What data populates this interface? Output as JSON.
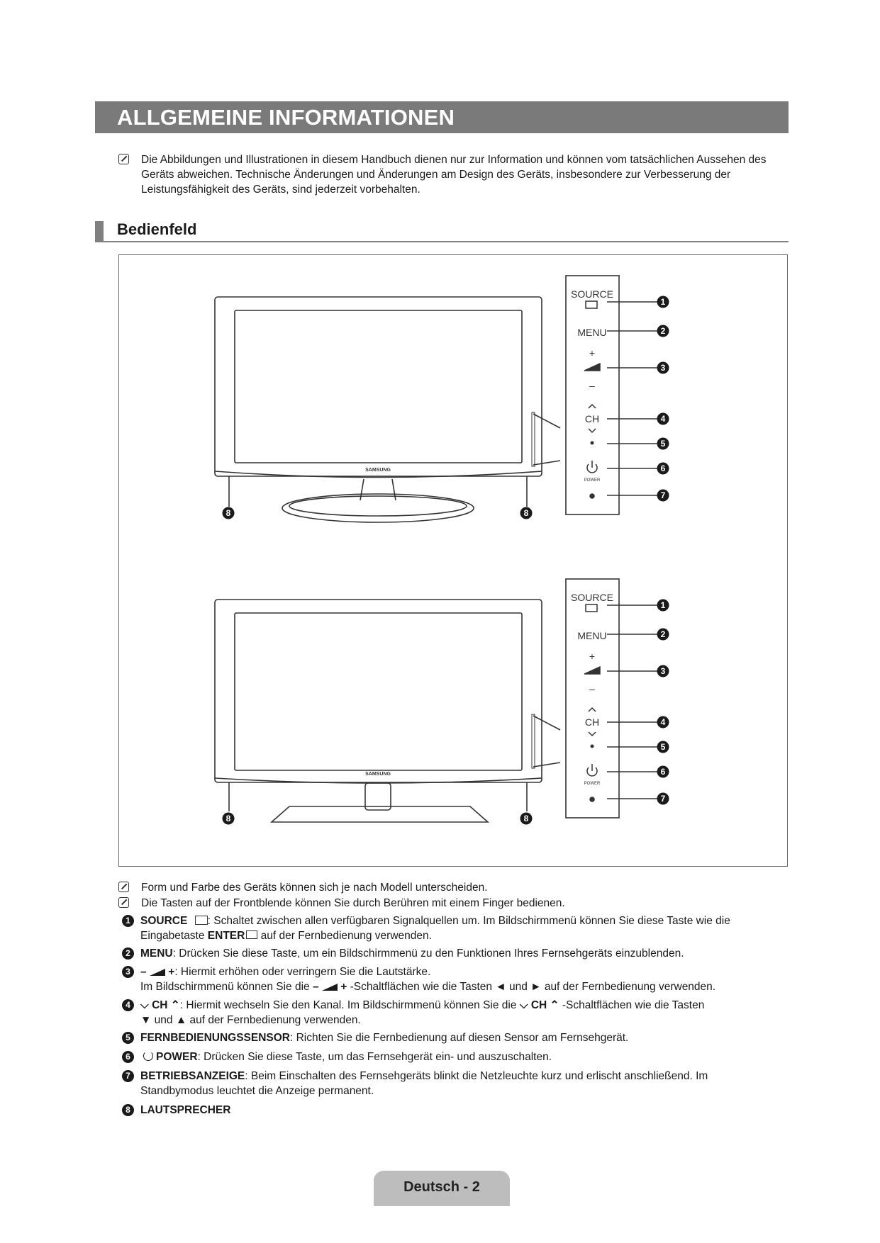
{
  "header": {
    "title": "ALLGEMEINE INFORMATIONEN"
  },
  "intro_note": "Die Abbildungen und Illustrationen in diesem Handbuch dienen nur zur Information und können vom tatsächlichen Aussehen des Geräts abweichen. Technische Änderungen und Änderungen am Design des Geräts, insbesondere zur Verbesserung der Leistungsfähigkeit des Geräts, sind jederzeit vorbehalten.",
  "section": {
    "title": "Bedienfeld"
  },
  "figure": {
    "brand": "SAMSUNG",
    "panel": {
      "source": "SOURCE",
      "menu": "MENU",
      "plus": "+",
      "minus": "–",
      "ch": "CH",
      "power": "POWER"
    },
    "callouts": [
      "1",
      "2",
      "3",
      "4",
      "5",
      "6",
      "7",
      "8"
    ]
  },
  "notes": [
    "Form und Farbe des Geräts können sich je nach Modell unterscheiden.",
    "Die Tasten auf der Frontblende können Sie durch Berühren mit einem Finger bedienen."
  ],
  "items": {
    "i1": {
      "num": "1",
      "label": "SOURCE",
      "text_a": ": Schaltet zwischen allen verfügbaren Signalquellen um. Im Bildschirmmenü können Sie diese Taste wie die",
      "text_b_pre": "Eingabetaste ",
      "text_b_bold": "ENTER",
      "text_b_post": " auf der Fernbedienung verwenden."
    },
    "i2": {
      "num": "2",
      "label": "MENU",
      "text": ": Drücken Sie diese Taste, um ein Bildschirmmenü zu den Funktionen Ihres Fernsehgeräts einzublenden."
    },
    "i3": {
      "num": "3",
      "text_a": ": Hiermit erhöhen oder verringern Sie die Lautstärke.",
      "text_b_pre": "Im Bildschirmmenü können Sie die",
      "text_b_post": "-Schaltflächen wie die Tasten ◄ und ► auf der Fernbedienung verwenden."
    },
    "i4": {
      "num": "4",
      "label": "CH",
      "text_a": ": Hiermit wechseln Sie den Kanal. Im Bildschirmmenü können Sie die",
      "text_a_post": "-Schaltflächen wie die Tasten",
      "text_b": "▼ und ▲ auf der Fernbedienung verwenden."
    },
    "i5": {
      "num": "5",
      "label": "FERNBEDIENUNGSSENSOR",
      "text": ": Richten Sie die Fernbedienung auf diesen Sensor am Fernsehgerät."
    },
    "i6": {
      "num": "6",
      "label": "POWER",
      "text": ": Drücken Sie diese Taste, um das Fernsehgerät ein- und auszuschalten."
    },
    "i7": {
      "num": "7",
      "label": "BETRIEBSANZEIGE",
      "text_a": ": Beim Einschalten des Fernsehgeräts blinkt die Netzleuchte kurz und erlischt anschließend. Im",
      "text_b": "Standbymodus leuchtet die Anzeige permanent."
    },
    "i8": {
      "num": "8",
      "label": "LAUTSPRECHER"
    }
  },
  "footer": {
    "label": "Deutsch - 2"
  }
}
